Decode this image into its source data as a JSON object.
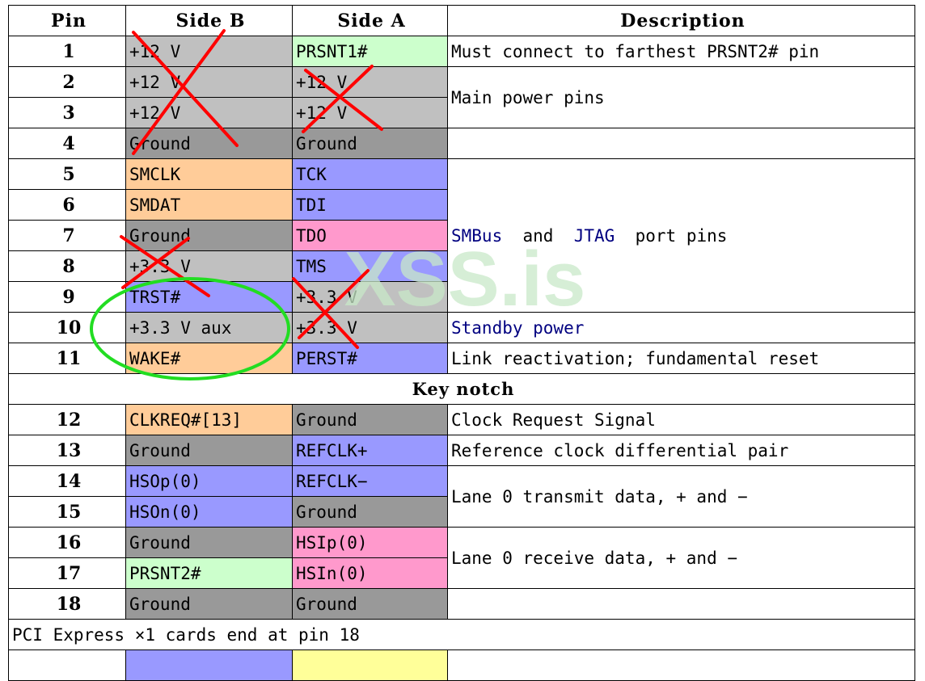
{
  "headers": [
    "Pin",
    "Side B",
    "Side A",
    "Description"
  ],
  "rows": [
    {
      "pin": "1",
      "b": "+12  V",
      "a": "PRSNT1#",
      "desc": "Must connect to farthest PRSNT2# pin"
    },
    {
      "pin": "2",
      "b": "+12  V",
      "a": "+12  V",
      "desc": "Main power pins"
    },
    {
      "pin": "3",
      "b": "+12  V",
      "a": "+12  V"
    },
    {
      "pin": "4",
      "b": "Ground",
      "a": "Ground",
      "desc": ""
    },
    {
      "pin": "5",
      "b": "SMCLK",
      "a": "TCK",
      "desc_parts": [
        "SMBus",
        "  and  ",
        "JTAG",
        "  port pins"
      ]
    },
    {
      "pin": "6",
      "b": "SMDAT",
      "a": "TDI"
    },
    {
      "pin": "7",
      "b": "Ground",
      "a": "TDO"
    },
    {
      "pin": "8",
      "b": "+3.3  V",
      "a": "TMS"
    },
    {
      "pin": "9",
      "b": "TRST#",
      "a": "+3.3  V"
    },
    {
      "pin": "10",
      "b": "+3.3  V aux",
      "a": "+3.3  V",
      "desc": "Standby power"
    },
    {
      "pin": "11",
      "b": "WAKE#",
      "a": "PERST#",
      "desc": "Link reactivation; fundamental reset"
    },
    {
      "key": "Key notch"
    },
    {
      "pin": "12",
      "b": "CLKREQ#[13]",
      "a": "Ground",
      "desc": "Clock Request Signal"
    },
    {
      "pin": "13",
      "b": "Ground",
      "a": "REFCLK+",
      "desc": "Reference clock differential pair"
    },
    {
      "pin": "14",
      "b": "HSOp(0)",
      "a": "REFCLK−",
      "desc": "Lane 0 transmit data, + and −"
    },
    {
      "pin": "15",
      "b": "HSOn(0)",
      "a": "Ground"
    },
    {
      "pin": "16",
      "b": "Ground",
      "a": "HSIp(0)",
      "desc": "Lane 0 receive data, + and −"
    },
    {
      "pin": "17",
      "b": "PRSNT2#",
      "a": "HSIn(0)"
    },
    {
      "pin": "18",
      "b": "Ground",
      "a": "Ground",
      "desc": ""
    }
  ],
  "footer_note": "PCI Express ×1 cards end at pin 18",
  "watermark": "XSS.is",
  "colors": {
    "power": "#c0c0c0",
    "ground": "#999999",
    "smbus": "#ffcc99",
    "jtag": "#9999ff",
    "present": "#ccffcc",
    "receive": "#ff99cc",
    "reserved": "#ffff99",
    "link": "#000080",
    "cross_mark": "#ff0000",
    "circle_mark": "#22dd22",
    "watermark": "#c8e8c8"
  }
}
